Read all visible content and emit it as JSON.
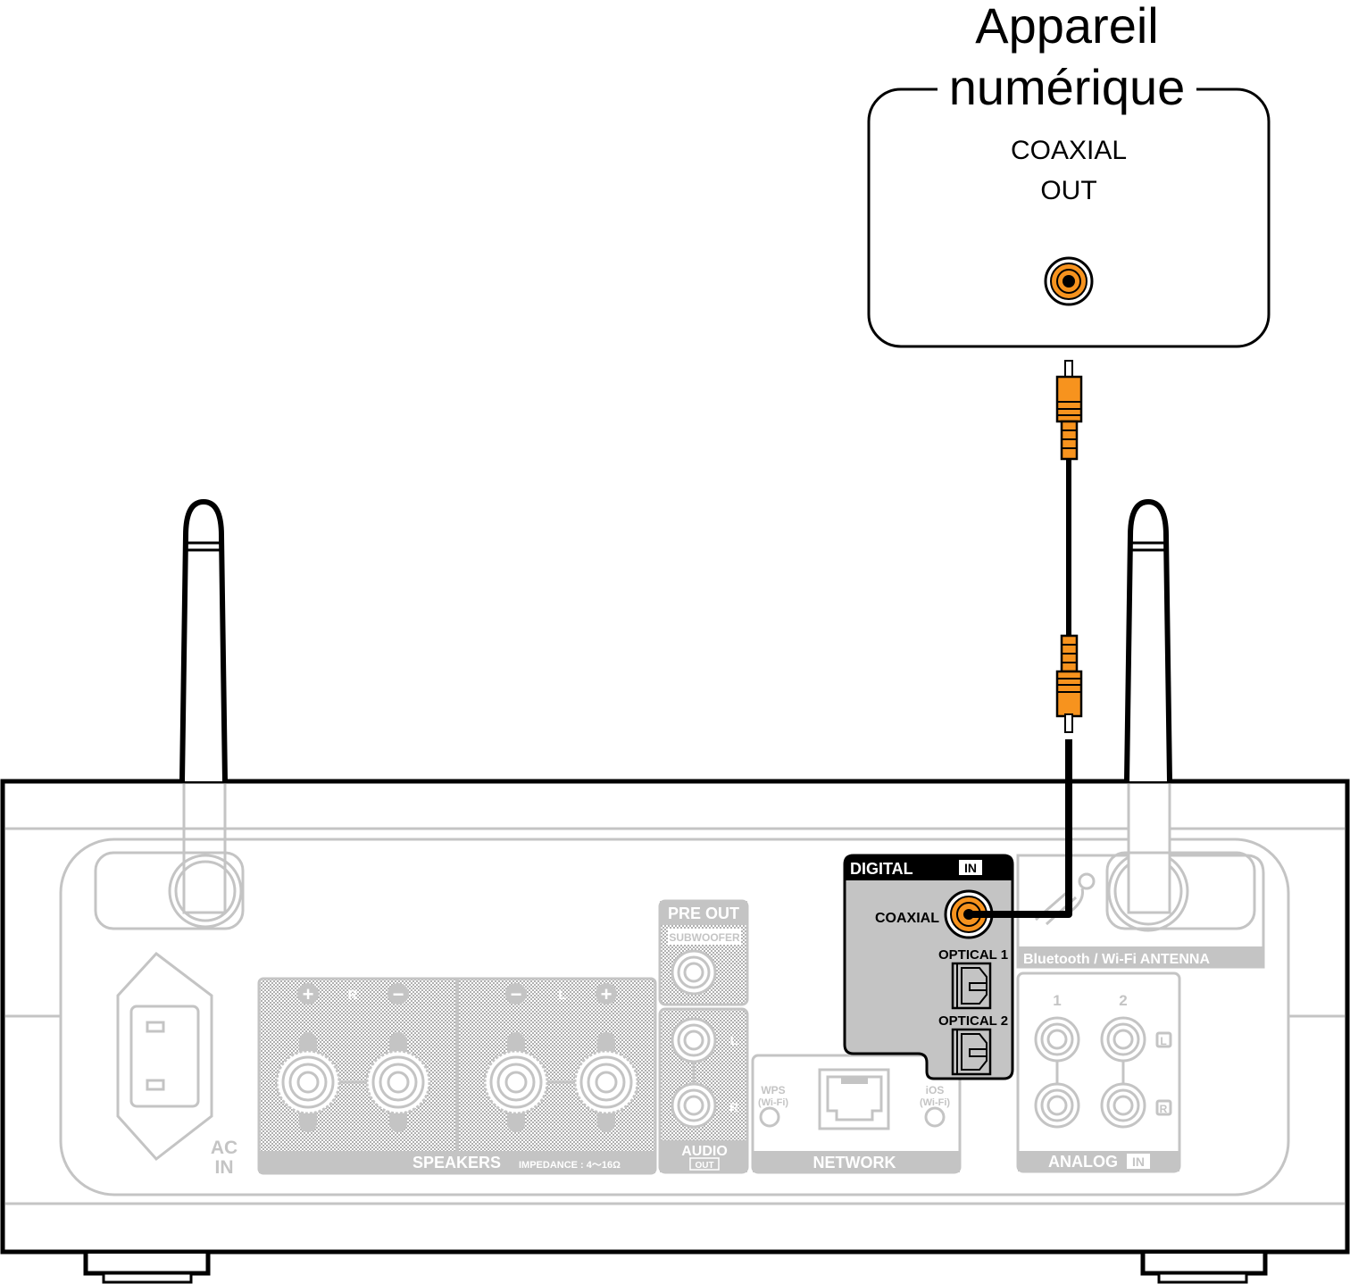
{
  "device": {
    "title_line1": "Appareil",
    "title_line2": "numérique",
    "port_line1": "COAXIAL",
    "port_line2": "OUT"
  },
  "rear_panel": {
    "ac_in_line1": "AC",
    "ac_in_line2": "IN",
    "speakers": {
      "label": "SPEAKERS",
      "impedance": "IMPEDANCE : 4～16Ω",
      "right_label": "R",
      "left_label": "L",
      "plus": "+",
      "minus": "−"
    },
    "pre_out": {
      "label": "PRE OUT",
      "subwoofer": "SUBWOOFER",
      "audio": "AUDIO",
      "out": "OUT",
      "l": "L",
      "r": "R"
    },
    "network": {
      "label": "NETWORK",
      "wps": "WPS",
      "wps_sub": "(Wi-Fi)",
      "ios": "iOS",
      "ios_sub": "(Wi-Fi)"
    },
    "digital_in": {
      "label": "DIGITAL",
      "in_badge": "IN",
      "coaxial": "COAXIAL",
      "optical1": "OPTICAL 1",
      "optical2": "OPTICAL 2"
    },
    "antenna": {
      "label": "Bluetooth / Wi-Fi ANTENNA"
    },
    "analog_in": {
      "label": "ANALOG",
      "in_badge": "IN",
      "col1": "1",
      "col2": "2",
      "l": "L",
      "r": "R"
    }
  },
  "colors": {
    "plug_orange": "#f7931e",
    "panel_gray": "#c4c4c4",
    "outline": "#000000"
  }
}
